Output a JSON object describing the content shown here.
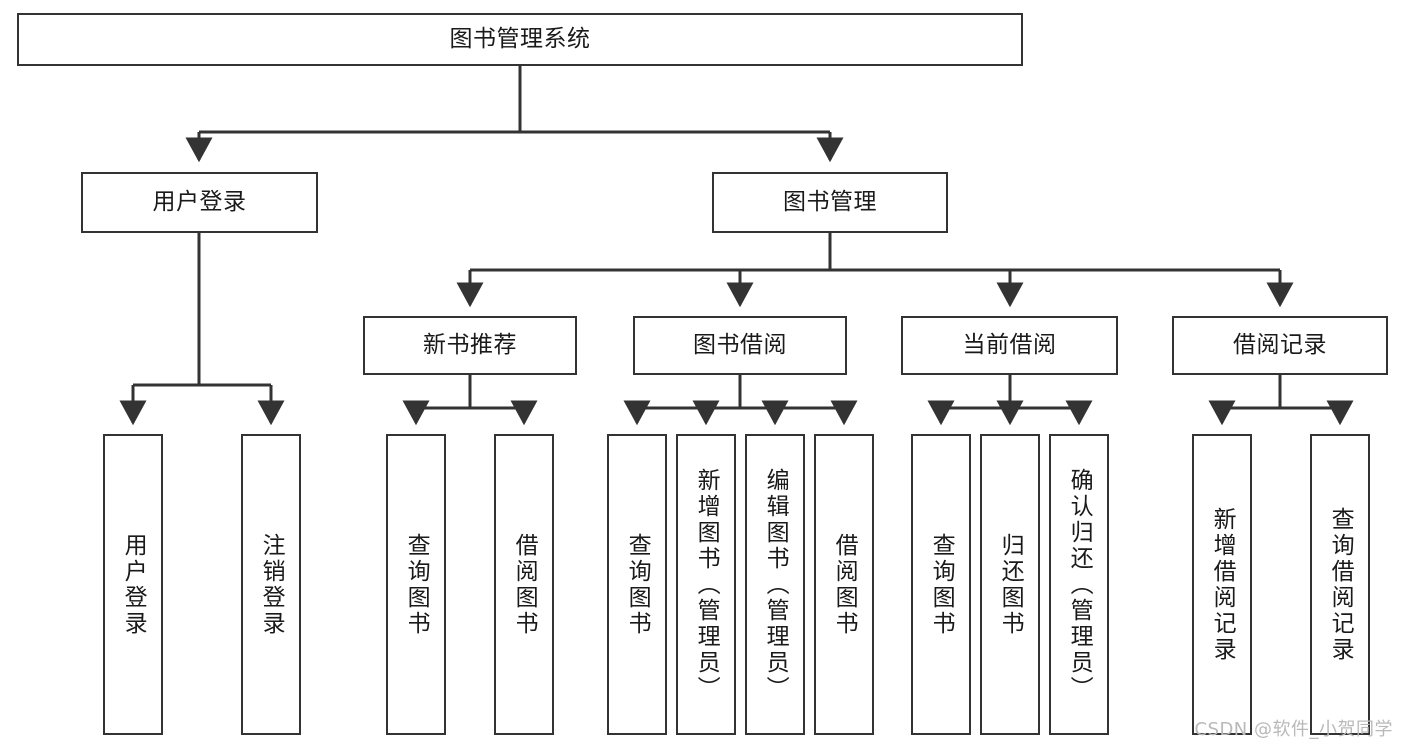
{
  "diagram": {
    "title": "图书管理系统",
    "type": "tree",
    "watermark": "CSDN @软件_小贺同学",
    "colors": {
      "box_border": "#333333",
      "box_fill": "#ffffff",
      "edge": "#333333",
      "text": "#1a1a1a",
      "watermark": "#b9b9b9"
    },
    "nodes": {
      "root": {
        "label": "图书管理系统"
      },
      "level2": [
        {
          "label": "用户登录"
        },
        {
          "label": "图书管理"
        }
      ],
      "level3": [
        {
          "label": "新书推荐"
        },
        {
          "label": "图书借阅"
        },
        {
          "label": "当前借阅"
        },
        {
          "label": "借阅记录"
        }
      ],
      "leaves": {
        "user_login": [
          {
            "label": "用户登录"
          },
          {
            "label": "注销登录"
          }
        ],
        "new_book": [
          {
            "label": "查询图书"
          },
          {
            "label": "借阅图书"
          }
        ],
        "book_borrow": [
          {
            "label": "查询图书"
          },
          {
            "label": "新增图书（管理员）"
          },
          {
            "label": "编辑图书（管理员）"
          },
          {
            "label": "借阅图书"
          }
        ],
        "current_borrow": [
          {
            "label": "查询图书"
          },
          {
            "label": "归还图书"
          },
          {
            "label": "确认归还（管理员）"
          }
        ],
        "borrow_record": [
          {
            "label": "新增借阅记录"
          },
          {
            "label": "查询借阅记录"
          }
        ]
      }
    }
  }
}
